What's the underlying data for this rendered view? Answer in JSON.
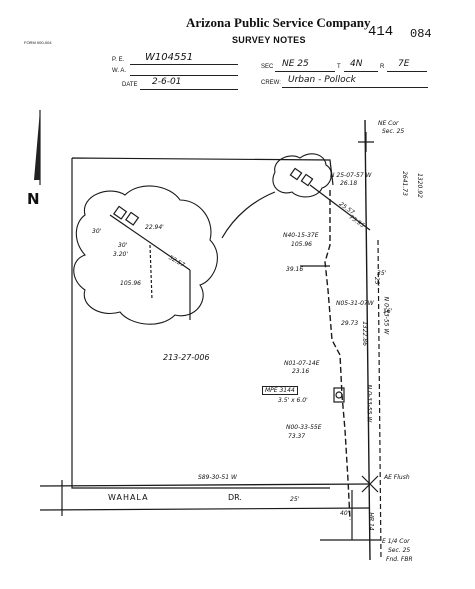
{
  "header": {
    "company": "Arizona Public Service Company",
    "title": "SURVEY NOTES",
    "sheet_number": "414",
    "sheet_code": "084",
    "form_number": "FORM 000-004"
  },
  "fields": {
    "pe_label": "P. E.",
    "pe_value": "W104551",
    "wa_label": "W. A.",
    "wa_value": "",
    "date_label": "DATE",
    "date_value": "2-6-01",
    "sec_label": "SEC",
    "sec_value": "NE 25",
    "t_label": "T",
    "t_value": "4N",
    "r_label": "R",
    "r_value": "7E",
    "crew_label": "CREW:",
    "crew_value": "Urban - Pollock"
  },
  "sketch": {
    "north": "N",
    "ne_cor": "NE Cor",
    "ne_cor_sec": "Sec. 25",
    "bearing_top": "N 25-07-57 W",
    "dist_top": "26.18",
    "dist_diag1": "25.57",
    "dist_diag2": "75.95",
    "dist_left_a": "30'",
    "dist_left_b": "22.94'",
    "dist_left_c": "30'",
    "dist_left_d": "3.20'",
    "dist_left_e": "52.57",
    "dist_left_f": "105.96",
    "bearing_mid": "N40-15-37E",
    "dist_mid": "105.96",
    "dist_3916": "39.16",
    "dist_25": "25'",
    "bearing_3": "N05-31-07W",
    "dist_3": "29.73",
    "parcel": "213-27-006",
    "bearing_4": "N01-07-14E",
    "dist_4": "23.16",
    "box_label": "MPE 3144",
    "box_size": "3.5' x 6.0'",
    "bearing_5": "N00-33-55E",
    "dist_5": "73.37",
    "right_dist_1": "2641.73",
    "right_dist_2": "1320.92",
    "right_bearing_1": "N 0-33-55 W",
    "right_bearing_2": "N 0-33-55 W",
    "right_dist_3": "1322.86",
    "dist_35": "35'",
    "dist_16": "16'",
    "street_bearing": "S89-30-51 W",
    "street_name": "WAHALA",
    "street_suffix": "DR.",
    "street_width": "25'",
    "ae_flush": "AE Flush",
    "dist_40": "40'",
    "dist_hb": "HB 14",
    "e14_cor": "E 1/4 Cor",
    "e14_sec": "Sec. 25",
    "e14_fnd": "Fnd. FBR"
  }
}
